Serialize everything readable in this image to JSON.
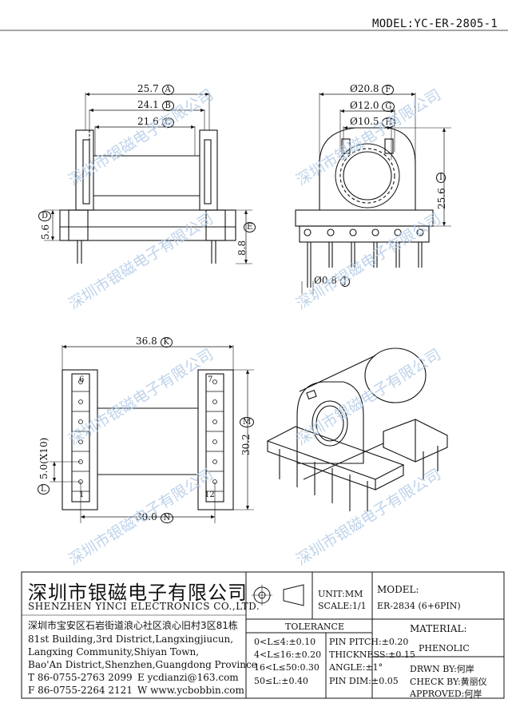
{
  "header": {
    "model_line": "MODEL:YC-ER-2805-1"
  },
  "dimensions": {
    "A": {
      "value": "25.7",
      "label": "A"
    },
    "B": {
      "value": "24.1",
      "label": "B"
    },
    "C": {
      "value": "21.6",
      "label": "C"
    },
    "D": {
      "value": "5.6",
      "label": "D"
    },
    "E": {
      "value": "8.8",
      "label": "E"
    },
    "F": {
      "value": "Ø20.8",
      "label": "F"
    },
    "G": {
      "value": "Ø12.0",
      "label": "G"
    },
    "H": {
      "value": "Ø10.5",
      "label": "H"
    },
    "I": {
      "value": "25.6",
      "label": "I"
    },
    "J": {
      "value": "Ø0.8",
      "label": "J"
    },
    "K": {
      "value": "36.8",
      "label": "K"
    },
    "L": {
      "value": "5.0(X10)",
      "label": "L"
    },
    "M": {
      "value": "30.2",
      "label": "M"
    },
    "N": {
      "value": "30.0",
      "label": "N"
    }
  },
  "pins": {
    "p6": "6",
    "p7": "7",
    "p1": "1",
    "p12": "12"
  },
  "watermark": "深圳市银磁电子有限公司",
  "company": {
    "name_cn": "深圳市银磁电子有限公司",
    "name_en": "SHENZHEN YINCI ELECTRONICS CO.,LTD.",
    "address_cn": "深圳市宝安区石岩街道浪心社区浪心旧村3区81栋",
    "address_en_1": "81st Building,3rd District,Langxingjiucun,",
    "address_en_2": "Langxing Community,Shiyan Town,",
    "address_en_3": "Bao'An District,Shenzhen,Guangdong Province",
    "tel": "T 86-0755-2763 2099",
    "email": "E ycdianzi@163.com",
    "fax": "F 86-0755-2264 2121",
    "web": "W www.ycbobbin.com"
  },
  "title_block": {
    "unit": "UNIT:MM",
    "scale": "SCALE:1/1",
    "model_label": "MODEL:",
    "model_value": "ER-2834 (6+6PIN)",
    "tolerance_label": "TOLERANCE",
    "tol": [
      "0<L≤4:±0.10",
      "4<L≤16:±0.20",
      "16<L≤50:0.30",
      "50≤L:±0.40"
    ],
    "pin_pitch": "PIN PITCH:±0.20",
    "thickness": "THICKNESS:±0.15",
    "angle": "ANGLE:±1°",
    "pin_dim": "PIN DIM:±0.05",
    "material_label": "MATERIAL:",
    "material_value": "PHENOLIC",
    "drawn_by": "DRWN BY:何岸",
    "check_by": "CHECK BY:黄丽仪",
    "approved": "APPROVED:何岸"
  }
}
